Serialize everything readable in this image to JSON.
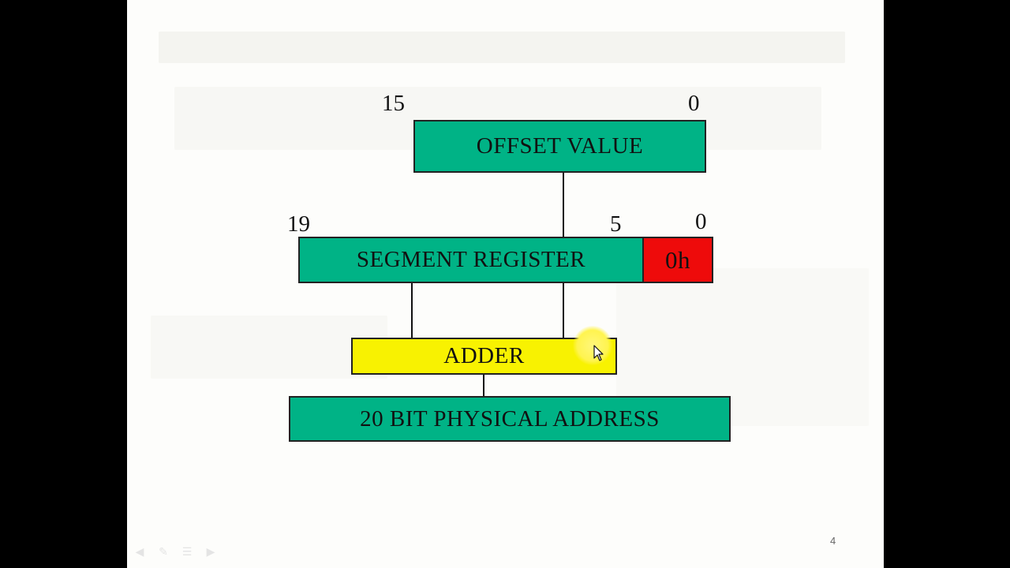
{
  "diagram": {
    "offset_box": {
      "label": "OFFSET VALUE",
      "bit_high": "15",
      "bit_low": "0"
    },
    "segment_box": {
      "label": "SEGMENT REGISTER",
      "bit_high": "19",
      "bit_mid": "5",
      "bit_low": "0"
    },
    "zero_box": {
      "label": "0h"
    },
    "adder_box": {
      "label": "ADDER"
    },
    "physical_box": {
      "label": "20 BIT PHYSICAL ADDRESS"
    }
  },
  "slide": {
    "page_number": "4"
  },
  "colors": {
    "box_green": "#00b386",
    "box_red": "#ee0b0b",
    "box_yellow": "#f8f201",
    "cursor_highlight": "#fff44f"
  },
  "icons": [
    "arrow-pointer-icon",
    "prev-slide-icon",
    "pen-icon",
    "menu-icon",
    "next-slide-icon"
  ]
}
